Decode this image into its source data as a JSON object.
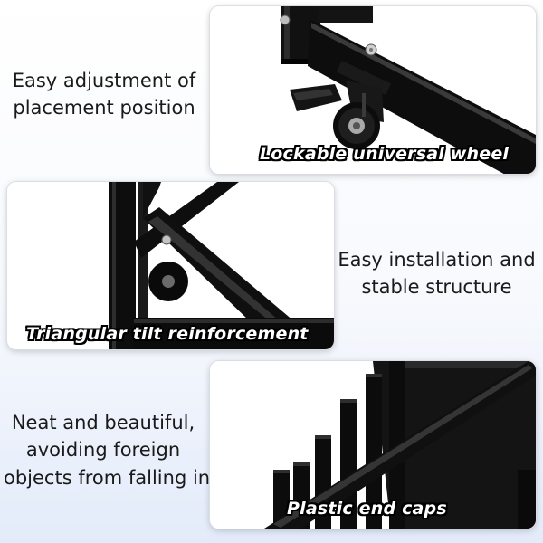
{
  "features": [
    {
      "lines": [
        "Easy adjustment of",
        "placement position"
      ],
      "caption": "Lockable universal wheel"
    },
    {
      "lines": [
        "Easy installation and",
        "stable structure"
      ],
      "caption": "Triangular tilt reinforcement"
    },
    {
      "lines": [
        "Neat and beautiful,",
        "avoiding foreign",
        "objects from falling in"
      ],
      "caption": "Plastic end caps"
    }
  ],
  "colors": {
    "frame": "#0d0d0d",
    "caption_fill": "#ffffff",
    "caption_outline": "#000000",
    "background_bottom": "#e3ebfa"
  },
  "icons": [
    "caster-wheel-image",
    "metal-frame-image",
    "end-cap-image"
  ]
}
